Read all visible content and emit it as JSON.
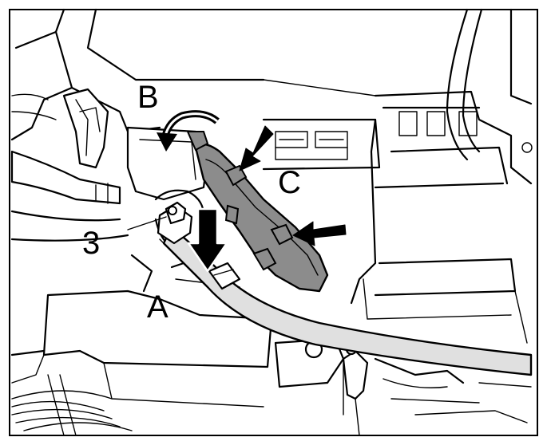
{
  "callouts": {
    "a": "A",
    "b": "B",
    "c": "C",
    "three": "3"
  },
  "colors": {
    "line": "#000000",
    "background": "#ffffff",
    "highlight_part": "#8c8c8c",
    "cable_fill": "#e0e0e0"
  },
  "icons": {
    "push_arrow": "black-arrow-icon",
    "lift_arrow": "down-arrow-icon",
    "rotate_arrow": "curved-arrow-icon"
  }
}
